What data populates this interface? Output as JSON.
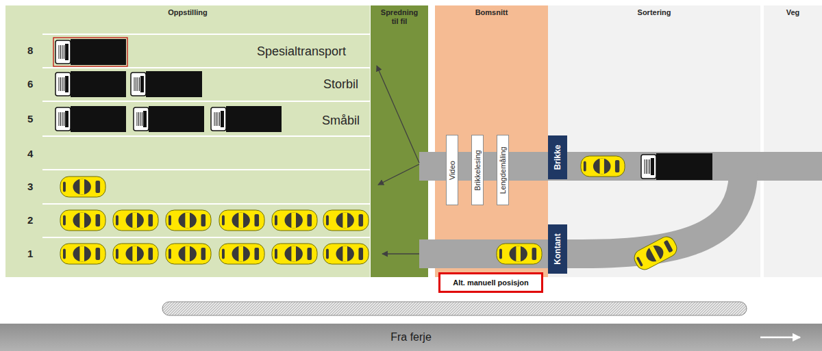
{
  "diagram": {
    "nodes": [
      {
        "text": [
          "Oppstilling"
        ]
      },
      {
        "text": [
          "Spredning til fil"
        ]
      },
      {
        "text": [
          "Bomsnitt"
        ]
      },
      {
        "text": [
          "Video"
        ],
        "in": 2
      },
      {
        "text": [
          "Brikkelesing"
        ],
        "in": 2
      },
      {
        "text": [
          "Lengdemåling"
        ],
        "in": 2
      },
      {
        "text": [
          "Sortering"
        ]
      },
      {
        "text": [
          "Brikke"
        ],
        "in": 6
      },
      {
        "text": [
          "Kontant"
        ],
        "in": 6
      },
      {
        "text": [
          "Veg"
        ]
      },
      {
        "text": [
          "Alt. manuell posisjon"
        ]
      },
      {
        "text": [
          "Fra ferje"
        ]
      }
    ],
    "labels": [
      "8",
      "Spesialtransport",
      "6",
      "Storbil",
      "5",
      "Småbil",
      "4",
      "3",
      "2",
      "1"
    ]
  }
}
